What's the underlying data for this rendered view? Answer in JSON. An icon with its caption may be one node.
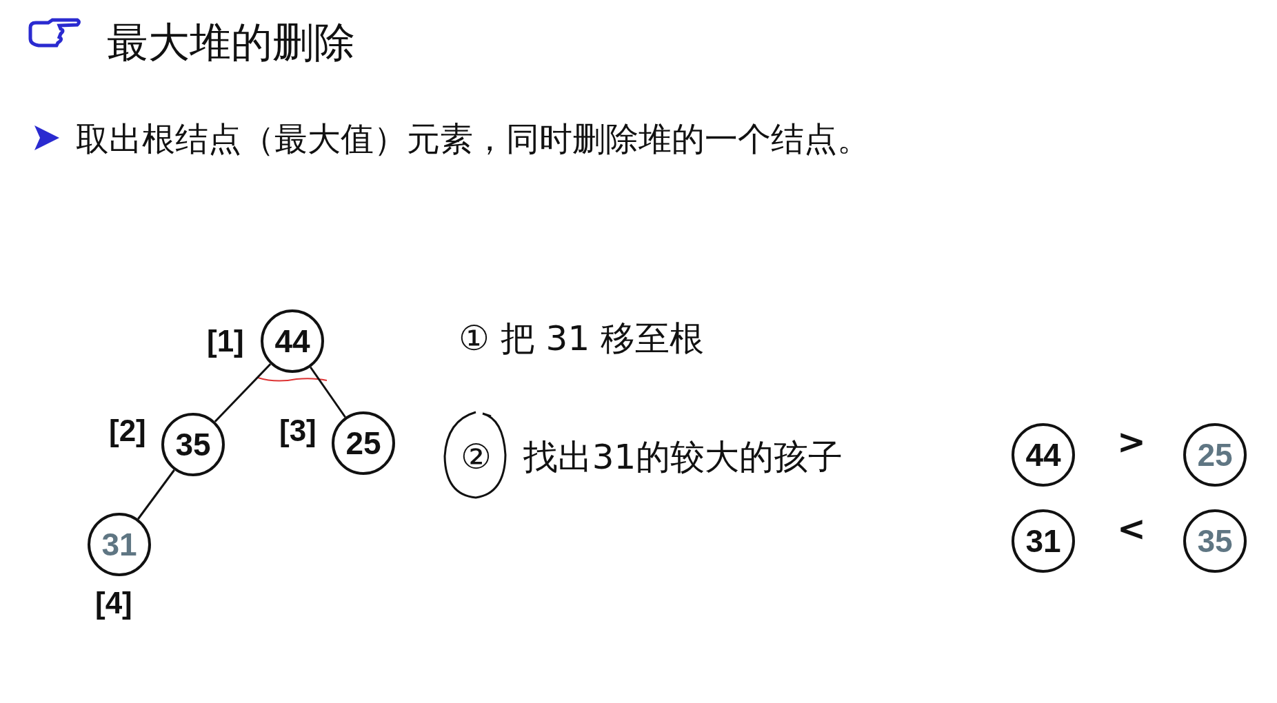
{
  "diagram": {
    "title": "最大堆的删除",
    "nodes": [
      {
        "text": [
          "44"
        ],
        "beside": [
          "[1]"
        ]
      },
      {
        "text": [
          "35"
        ],
        "beside": [
          "[2]"
        ]
      },
      {
        "text": [
          "25"
        ],
        "beside": [
          "[3]"
        ]
      },
      {
        "text": [
          "31"
        ],
        "beside": [
          "[4]"
        ]
      },
      {
        "text": [
          "44"
        ]
      },
      {
        "text": [
          "25"
        ]
      },
      {
        "text": [
          "31"
        ]
      },
      {
        "text": [
          "35"
        ]
      }
    ],
    "edges": [
      {
        "from": 0,
        "to": 1,
        "arrow": "none"
      },
      {
        "from": 0,
        "to": 2,
        "arrow": "none"
      },
      {
        "from": 1,
        "to": 3,
        "arrow": "none"
      }
    ],
    "labels": [
      "取出根结点（最大值）元素，同时删除堆的一个结点。",
      "① 把 31 移至根",
      "② 找出31的较大的孩子",
      ">",
      "<"
    ]
  }
}
